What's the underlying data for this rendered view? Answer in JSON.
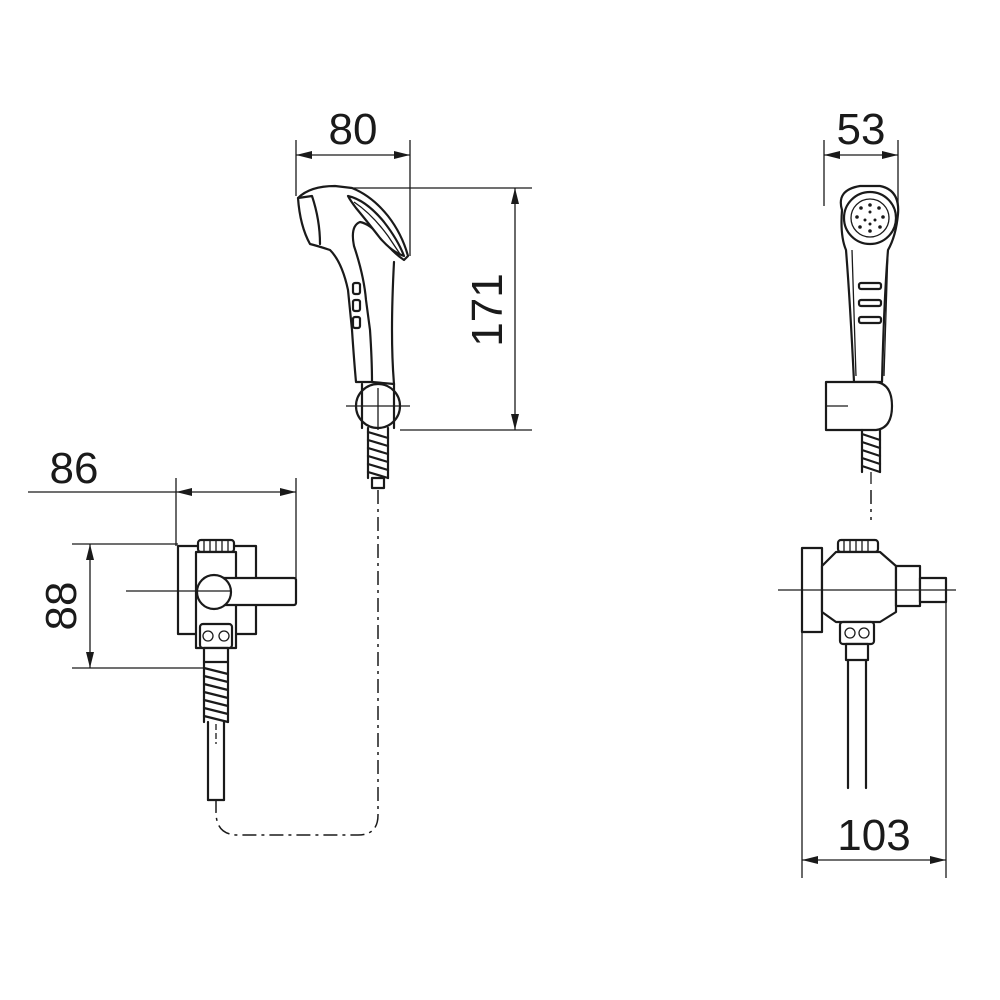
{
  "dimensions": {
    "handset_width": "80",
    "handset_height": "171",
    "handset_depth": "53",
    "valve_width": "86",
    "valve_height": "88",
    "valve_depth": "103"
  }
}
